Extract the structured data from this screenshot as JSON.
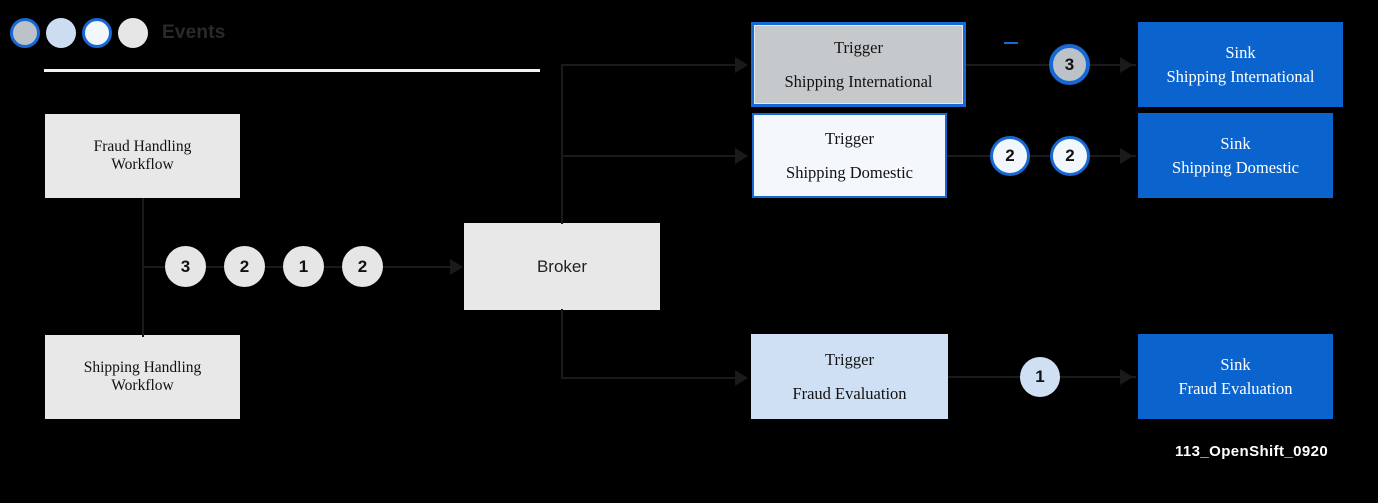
{
  "legend": {
    "label": "Events",
    "dots": [
      {
        "name": "event-dot-gray-ring",
        "fill": "#bcc2c8",
        "border": "#1668d4"
      },
      {
        "name": "event-dot-light-blue",
        "fill": "#ccddf2",
        "border": "none"
      },
      {
        "name": "event-dot-white-ring",
        "fill": "#f2f7fc",
        "border": "#1668d4"
      },
      {
        "name": "event-dot-gray",
        "fill": "#e6e6e6",
        "border": "none"
      }
    ]
  },
  "nodes": {
    "fraud_workflow": {
      "line1": "Fraud  Handling",
      "line2": "Workflow"
    },
    "shipping_workflow": {
      "line1": "Shipping  Handling",
      "line2": "Workflow"
    },
    "broker": {
      "label": "Broker"
    },
    "trigger_intl": {
      "line1": "Trigger",
      "line2": "Shipping  International"
    },
    "trigger_dom": {
      "line1": "Trigger",
      "line2": "Shipping  Domestic"
    },
    "trigger_fraud": {
      "line1": "Trigger",
      "line2": "Fraud  Evaluation"
    },
    "sink_intl": {
      "line1": "Sink",
      "line2": "Shipping  International"
    },
    "sink_dom": {
      "line1": "Sink",
      "line2": "Shipping  Domestic"
    },
    "sink_fraud": {
      "line1": "Sink",
      "line2": "Fraud  Evaluation"
    }
  },
  "events": {
    "workflow_queue": [
      "3",
      "2",
      "1",
      "2"
    ],
    "intl_queue": [
      "3"
    ],
    "dom_queue": [
      "2",
      "2"
    ],
    "fraud_queue": [
      "1"
    ]
  },
  "watermark": "113_OpenShift_0920",
  "colors": {
    "accent_blue": "#1668d4",
    "sink_blue": "#0b64ce",
    "box_gray": "#e8e8e8",
    "line_dark": "#1a1a1a",
    "background": "#000000"
  }
}
